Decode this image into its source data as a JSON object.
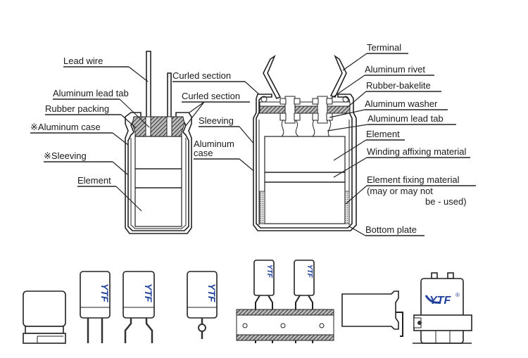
{
  "diagram": {
    "title": "Aluminum electrolytic capacitor construction",
    "brand_color": "#1f3f9c",
    "left_section": {
      "name": "small-radial-capacitor-cross-section",
      "labels": [
        {
          "id": "lead-wire",
          "text": "Lead wire"
        },
        {
          "id": "curled-section-1",
          "text": "Curled section"
        },
        {
          "id": "aluminum-lead-tab",
          "text": "Aluminum lead tab"
        },
        {
          "id": "curled-section-2",
          "text": "Curled section"
        },
        {
          "id": "rubber-packing",
          "text": "Rubber packing"
        },
        {
          "id": "aluminum-case",
          "text": "※Aluminum case"
        },
        {
          "id": "sleeving",
          "text": "※Sleeving"
        },
        {
          "id": "element",
          "text": "Element"
        }
      ]
    },
    "middle_labels": [
      {
        "id": "sleeving-mid",
        "text": "Sleeving"
      },
      {
        "id": "aluminum-case-mid-1",
        "text": "Aluminum"
      },
      {
        "id": "aluminum-case-mid-2",
        "text": "case"
      }
    ],
    "right_section": {
      "name": "screw-terminal-capacitor-cross-section",
      "labels": [
        {
          "id": "terminal",
          "text": "Terminal"
        },
        {
          "id": "aluminum-rivet",
          "text": "Aluminum rivet"
        },
        {
          "id": "rubber-bakelite",
          "text": "Rubber-bakelite"
        },
        {
          "id": "aluminum-washer",
          "text": "Aluminum washer"
        },
        {
          "id": "aluminum-lead-tab-r",
          "text": "Aluminum lead tab"
        },
        {
          "id": "element-r",
          "text": "Element"
        },
        {
          "id": "winding-affixing",
          "text": "Winding affixing material"
        },
        {
          "id": "element-fixing-1",
          "text": "Element fixing material"
        },
        {
          "id": "element-fixing-2",
          "text": "(may or may not"
        },
        {
          "id": "element-fixing-3",
          "text": "be - used)"
        },
        {
          "id": "bottom-plate",
          "text": "Bottom plate"
        }
      ]
    },
    "products": {
      "brand_text": "YTF",
      "registered_mark": "®",
      "items": [
        {
          "id": "smd-chip"
        },
        {
          "id": "radial-straight-leads"
        },
        {
          "id": "radial-formed-leads"
        },
        {
          "id": "radial-snap-lead"
        },
        {
          "id": "taped-radial-pair"
        },
        {
          "id": "axial-lay-down"
        },
        {
          "id": "screw-terminal-bracket"
        }
      ]
    }
  }
}
